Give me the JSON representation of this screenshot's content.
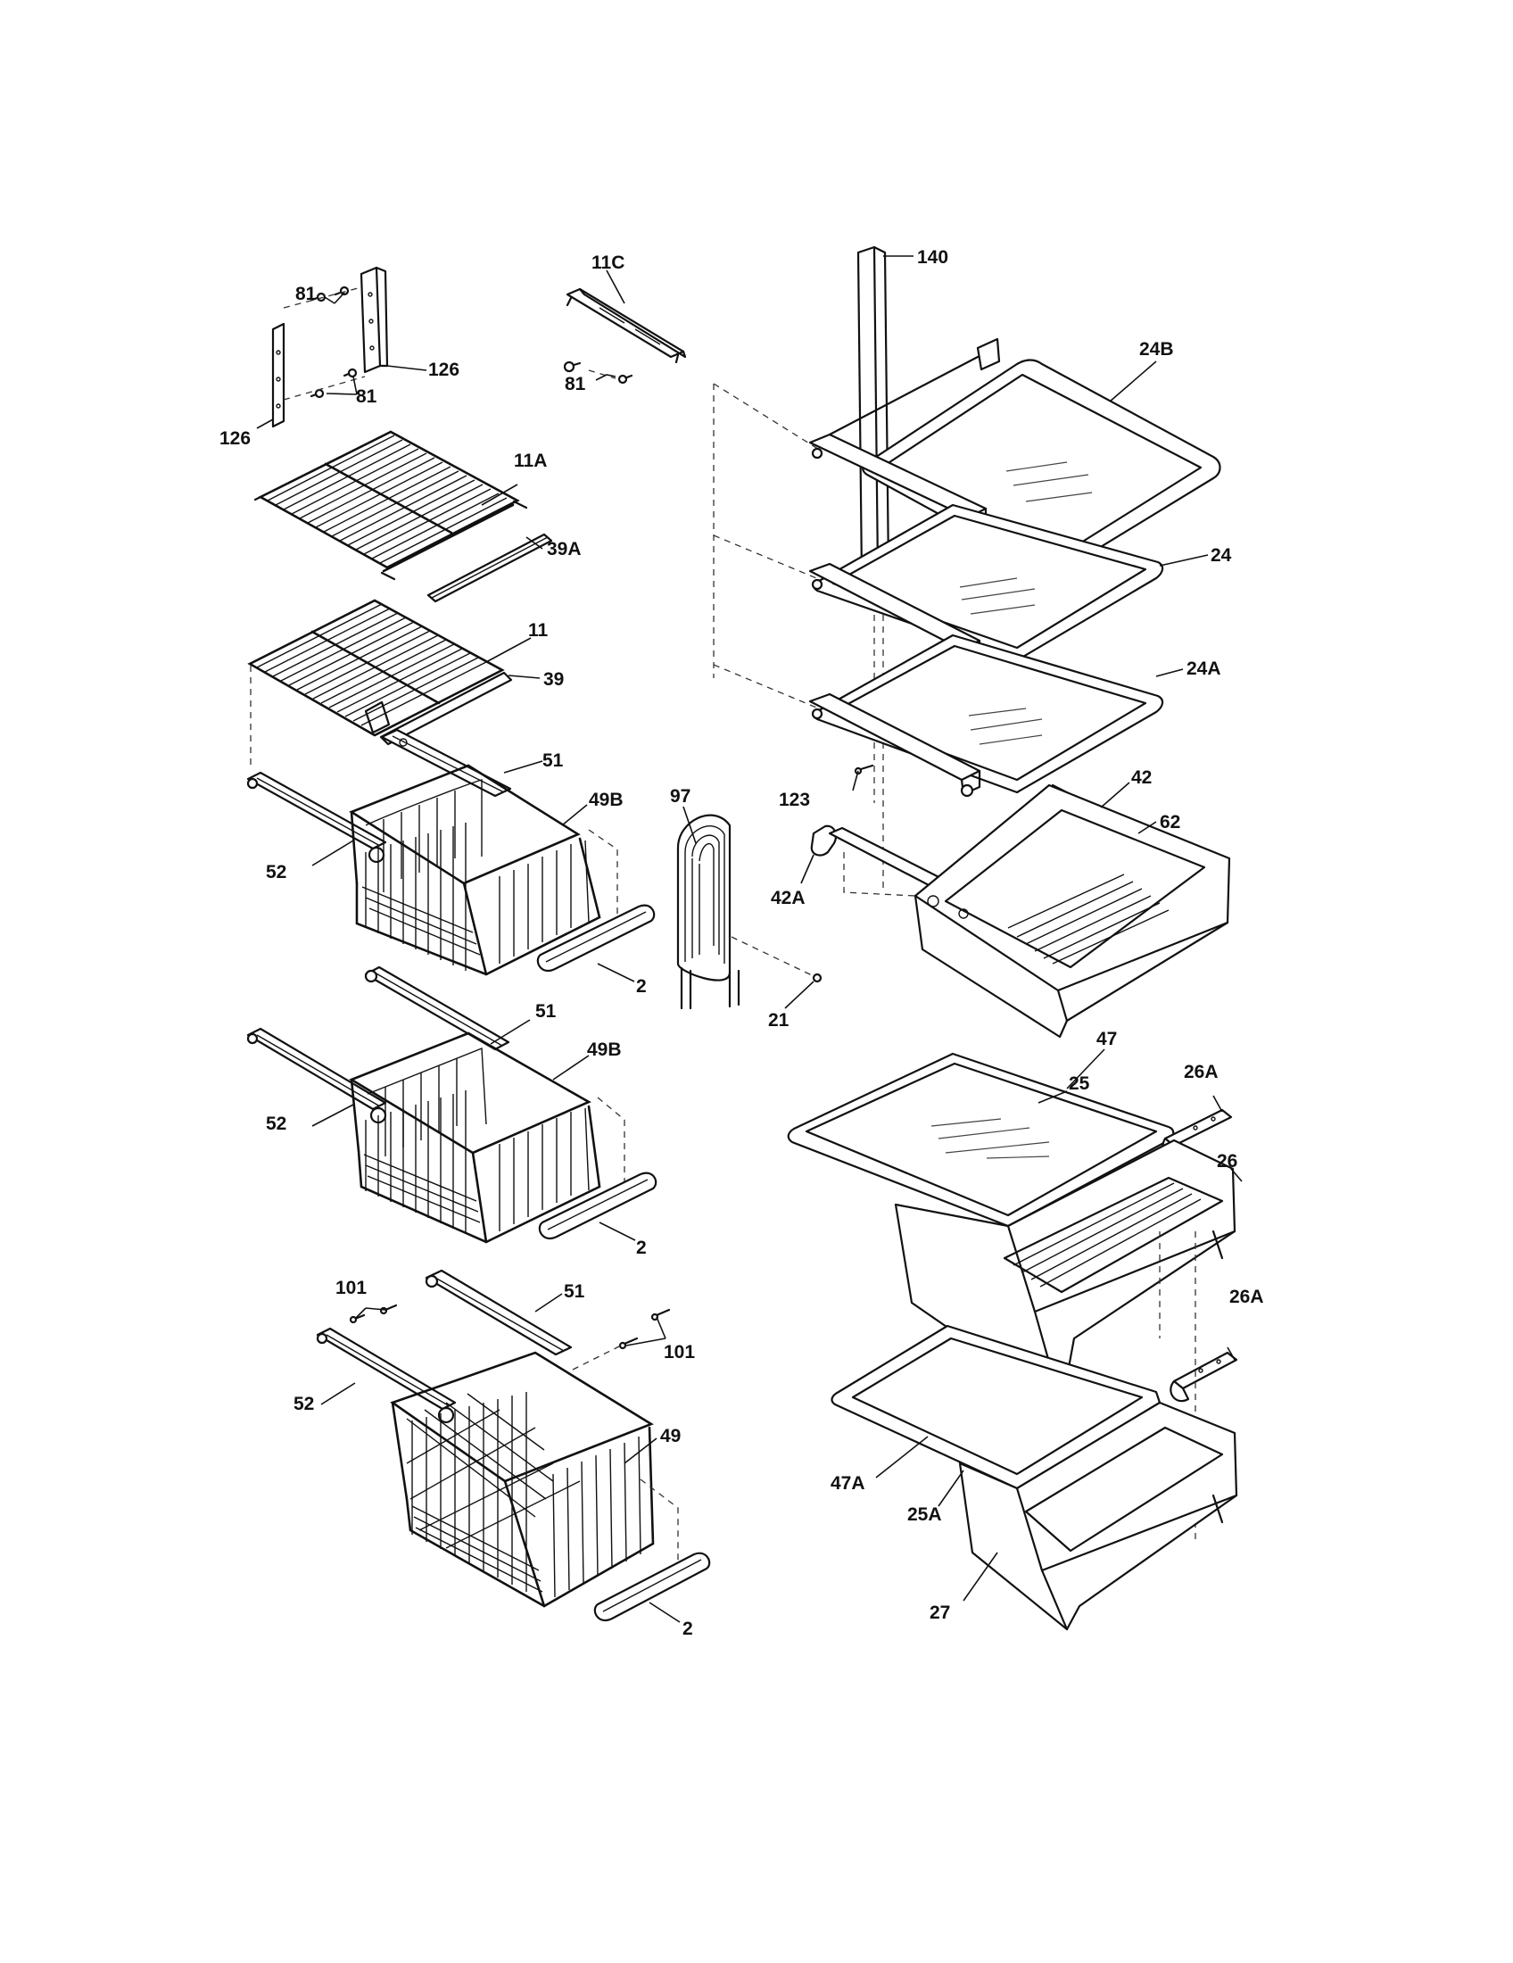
{
  "callouts": [
    {
      "id": "c-81-a",
      "label": "81"
    },
    {
      "id": "c-126-a",
      "label": "126"
    },
    {
      "id": "c-81-b",
      "label": "81"
    },
    {
      "id": "c-126-b",
      "label": "126"
    },
    {
      "id": "c-11c",
      "label": "11C"
    },
    {
      "id": "c-81-c",
      "label": "81"
    },
    {
      "id": "c-140",
      "label": "140"
    },
    {
      "id": "c-24b",
      "label": "24B"
    },
    {
      "id": "c-11a",
      "label": "11A"
    },
    {
      "id": "c-39a",
      "label": "39A"
    },
    {
      "id": "c-24",
      "label": "24"
    },
    {
      "id": "c-11",
      "label": "11"
    },
    {
      "id": "c-39",
      "label": "39"
    },
    {
      "id": "c-24a",
      "label": "24A"
    },
    {
      "id": "c-51-a",
      "label": "51"
    },
    {
      "id": "c-97",
      "label": "97"
    },
    {
      "id": "c-49b-a",
      "label": "49B"
    },
    {
      "id": "c-123",
      "label": "123"
    },
    {
      "id": "c-42",
      "label": "42"
    },
    {
      "id": "c-62",
      "label": "62"
    },
    {
      "id": "c-52-a",
      "label": "52"
    },
    {
      "id": "c-42a",
      "label": "42A"
    },
    {
      "id": "c-2-a",
      "label": "2"
    },
    {
      "id": "c-21",
      "label": "21"
    },
    {
      "id": "c-51-b",
      "label": "51"
    },
    {
      "id": "c-49b-b",
      "label": "49B"
    },
    {
      "id": "c-47",
      "label": "47"
    },
    {
      "id": "c-25",
      "label": "25"
    },
    {
      "id": "c-26a-a",
      "label": "26A"
    },
    {
      "id": "c-52-b",
      "label": "52"
    },
    {
      "id": "c-26",
      "label": "26"
    },
    {
      "id": "c-2-b",
      "label": "2"
    },
    {
      "id": "c-101-a",
      "label": "101"
    },
    {
      "id": "c-51-c",
      "label": "51"
    },
    {
      "id": "c-26a-b",
      "label": "26A"
    },
    {
      "id": "c-101-b",
      "label": "101"
    },
    {
      "id": "c-52-c",
      "label": "52"
    },
    {
      "id": "c-49",
      "label": "49"
    },
    {
      "id": "c-47a",
      "label": "47A"
    },
    {
      "id": "c-25a",
      "label": "25A"
    },
    {
      "id": "c-2-c",
      "label": "2"
    },
    {
      "id": "c-27",
      "label": "27"
    }
  ]
}
